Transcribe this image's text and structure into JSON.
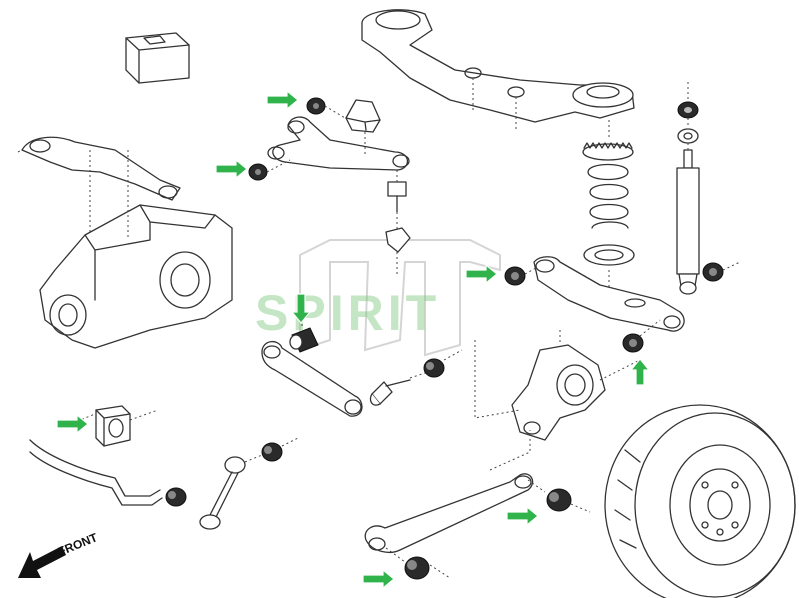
{
  "watermark": {
    "text": "SPIRIT"
  },
  "orientation": {
    "label": "FRONT"
  },
  "colors": {
    "highlight_arrow": "#2fb34a",
    "line": "#333333",
    "background": "#ffffff"
  },
  "highlighted_parts": [
    "upper-arm-bushing-a",
    "upper-arm-bushing-b",
    "trailing-link-bushing",
    "spring-link-bushing",
    "toe-link-bushing",
    "stabilizer-bushing",
    "lower-arm-front-bushing",
    "lower-arm-rear-bushing"
  ]
}
